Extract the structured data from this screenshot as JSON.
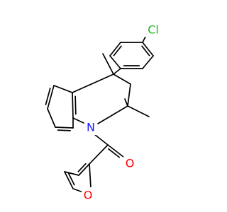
{
  "molecule": {
    "atoms": [
      {
        "id": "cl",
        "symbol": "Cl",
        "color": "#1fb81f"
      },
      {
        "id": "n",
        "symbol": "N",
        "color": "#1a1aff"
      },
      {
        "id": "o_carbonyl",
        "symbol": "O",
        "color": "#ff0000"
      },
      {
        "id": "o_furan",
        "symbol": "O",
        "color": "#ff0000"
      }
    ],
    "bond_color": "#000000",
    "background": "#ffffff"
  }
}
